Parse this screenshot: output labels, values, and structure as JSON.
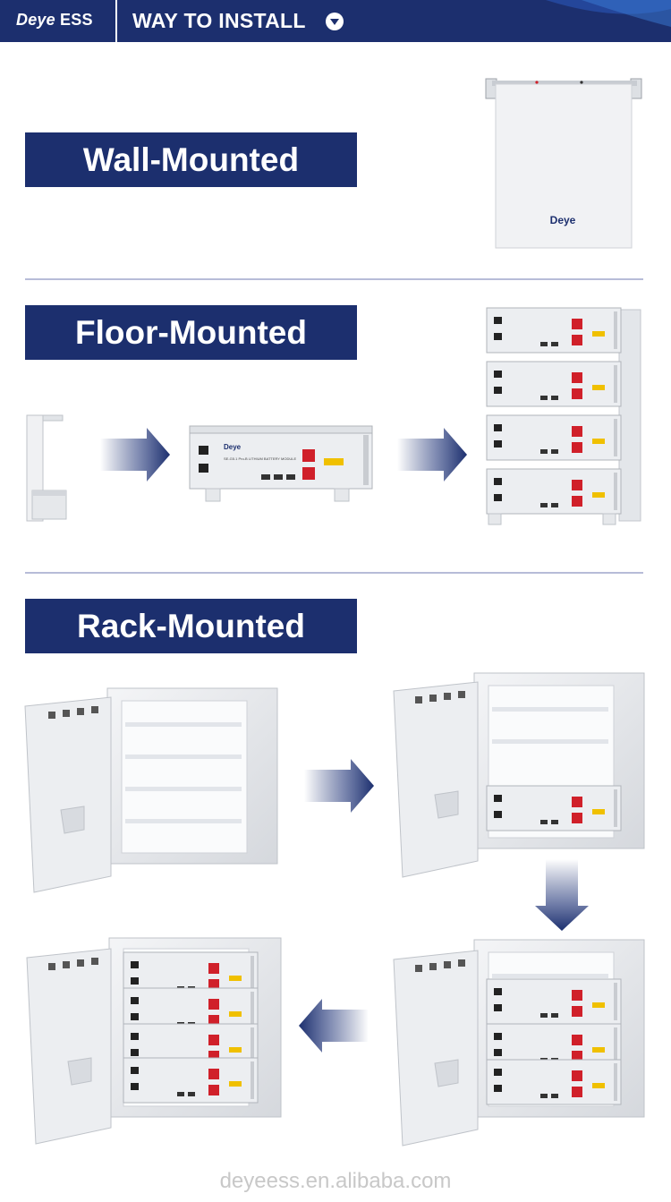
{
  "header": {
    "logo_brand": "Deye",
    "logo_suffix": " ESS",
    "title": "WAY TO INSTALL",
    "icon": "chevron-down-icon"
  },
  "sections": {
    "wall": {
      "label": "Wall-Mounted"
    },
    "floor": {
      "label": "Floor-Mounted"
    },
    "rack": {
      "label": "Rack-Mounted"
    }
  },
  "device": {
    "brand": "Deye",
    "module_text": "SE-G5.1 Pro-B LITHIUM BATTERY MODULE"
  },
  "footer": {
    "website": "deyeess.en.alibaba.com"
  },
  "colors": {
    "navy": "#1c2f6e",
    "divider": "#b7bcd8",
    "connector_red": "#d0202a",
    "terminal_yellow": "#f0c000"
  }
}
